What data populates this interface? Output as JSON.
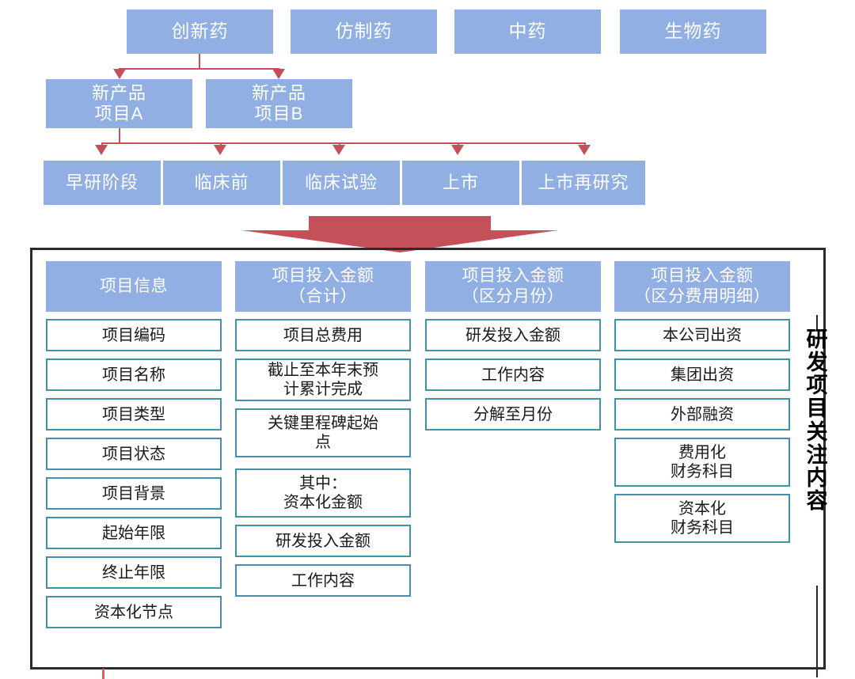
{
  "title": "研发项目关注内容",
  "colors": {
    "box_blue": "#91AFE2",
    "connector_red": "#C4505A",
    "cell_border_teal": "#3F93A8",
    "frame_black": "#2b2b2b",
    "text_white": "#ffffff",
    "text_dark": "#1a1a1a"
  },
  "row1": {
    "items": [
      {
        "label": "创新药"
      },
      {
        "label": "仿制药"
      },
      {
        "label": "中药"
      },
      {
        "label": "生物药"
      }
    ]
  },
  "row2": {
    "items": [
      {
        "line1": "新产品",
        "line2": "项目A"
      },
      {
        "line1": "新产品",
        "line2": "项目B"
      }
    ]
  },
  "row3": {
    "items": [
      {
        "label": "早研阶段"
      },
      {
        "label": "临床前"
      },
      {
        "label": "临床试验"
      },
      {
        "label": "上市"
      },
      {
        "label": "上市再研究"
      }
    ]
  },
  "table": {
    "columns": [
      {
        "header_line1": "项目信息",
        "header_line2": "",
        "cells": [
          {
            "line1": "项目编码",
            "line2": ""
          },
          {
            "line1": "项目名称",
            "line2": ""
          },
          {
            "line1": "项目类型",
            "line2": ""
          },
          {
            "line1": "项目状态",
            "line2": ""
          },
          {
            "line1": "项目背景",
            "line2": ""
          },
          {
            "line1": "起始年限",
            "line2": ""
          },
          {
            "line1": "终止年限",
            "line2": ""
          },
          {
            "line1": "资本化节点",
            "line2": ""
          }
        ]
      },
      {
        "header_line1": "项目投入金额",
        "header_line2": "（合计）",
        "cells": [
          {
            "line1": "项目总费用",
            "line2": ""
          },
          {
            "line1": "截止至本年末预",
            "line2": "计累计完成"
          },
          {
            "line1": "关键里程碑起始",
            "line2": "点"
          },
          {
            "line1": "其中：",
            "line2": "资本化金额"
          },
          {
            "line1": "研发投入金额",
            "line2": ""
          },
          {
            "line1": "工作内容",
            "line2": ""
          }
        ]
      },
      {
        "header_line1": "项目投入金额",
        "header_line2": "（区分月份）",
        "cells": [
          {
            "line1": "研发投入金额",
            "line2": ""
          },
          {
            "line1": "工作内容",
            "line2": ""
          },
          {
            "line1": "分解至月份",
            "line2": ""
          }
        ]
      },
      {
        "header_line1": "项目投入金额",
        "header_line2": "（区分费用明细）",
        "cells": [
          {
            "line1": "本公司出资",
            "line2": ""
          },
          {
            "line1": "集团出资",
            "line2": ""
          },
          {
            "line1": "外部融资",
            "line2": ""
          },
          {
            "line1": "费用化",
            "line2": "财务科目"
          },
          {
            "line1": "资本化",
            "line2": "财务科目"
          }
        ]
      }
    ]
  },
  "side_title_chars": [
    "研",
    "发",
    "项",
    "目",
    "关",
    "注",
    "内",
    "容"
  ]
}
